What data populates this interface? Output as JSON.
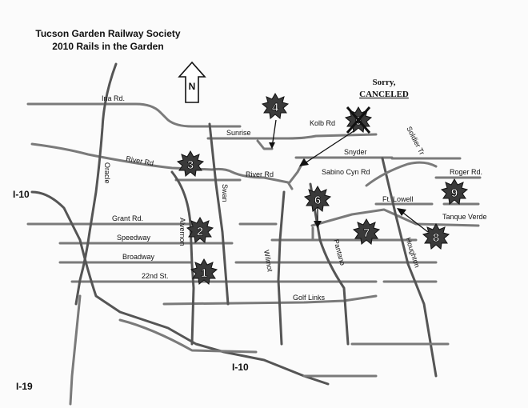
{
  "title": {
    "line1": "Tucson Garden Railway Society",
    "line2": "2010 Rails in the Garden"
  },
  "north_label": "N",
  "notice": {
    "line1": "Sorry,",
    "line2": "CANCELED"
  },
  "roads": {
    "ina": "Ina Rd.",
    "sunrise": "Sunrise",
    "kolb": "Kolb Rd",
    "river_left": "River Rd",
    "river_right": "River Rd",
    "snyder": "Snyder",
    "sabino": "Sabino Cyn Rd",
    "soldier": "Soldier Tr",
    "roger": "Roger Rd.",
    "oracle": "Oracle",
    "swan": "Swan",
    "grant": "Grant Rd.",
    "alvernon": "Alvernon",
    "speedway": "Speedway",
    "broadway": "Broadway",
    "street22": "22nd St.",
    "wilmot": "Wilmot",
    "pantano": "Pantano",
    "ftlowell": "Ft. Lowell",
    "tanque": "Tanque Verde",
    "houghton": "Houghton",
    "golflinks": "Golf Links",
    "i10_west": "I-10",
    "i10_south": "I-10",
    "i19": "I-19"
  },
  "stops": [
    {
      "id": "1",
      "label": "1"
    },
    {
      "id": "2",
      "label": "2"
    },
    {
      "id": "3",
      "label": "3"
    },
    {
      "id": "4",
      "label": "4"
    },
    {
      "id": "5",
      "label": "5",
      "status": "canceled"
    },
    {
      "id": "6",
      "label": "6"
    },
    {
      "id": "7",
      "label": "7"
    },
    {
      "id": "8",
      "label": "8"
    },
    {
      "id": "9",
      "label": "9"
    }
  ]
}
